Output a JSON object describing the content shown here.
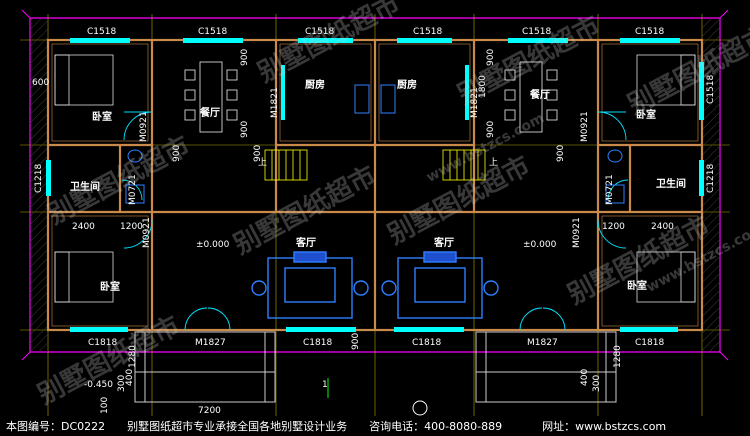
{
  "windows": {
    "top": [
      "C1518",
      "C1518",
      "C1518",
      "C1518",
      "C1518",
      "C1518"
    ],
    "side_left": "C1218",
    "side_right": "C1218",
    "bottom": [
      "C1818",
      "C1818",
      "C1818",
      "C1818"
    ],
    "bedroom_right": "C1518"
  },
  "doors": {
    "m0921": "M0921",
    "m1821": "M1821",
    "m0721": "M0721",
    "m1827": "M1827"
  },
  "rooms": {
    "bedroom": "卧室",
    "dining": "餐厅",
    "kitchen": "厨房",
    "bath": "卫生间",
    "living": "客厅"
  },
  "dims": {
    "d600": "600",
    "d900": "900",
    "d1800": "1800",
    "d1200": "1200",
    "d2400": "2400",
    "d1280": "1280",
    "d400": "400",
    "d300": "300",
    "d100": "100",
    "d7200": "7200",
    "d1": "1"
  },
  "elev": {
    "zero": "±0.000",
    "minus": "-0.450",
    "up": "上"
  },
  "footer": {
    "drawing_no": "本图编号：DC0222",
    "slogan": "别墅图纸超市专业承接全国各地别墅设计业务",
    "phone": "咨询电话：400-8080-889",
    "site": "网址：www.bstzcs.com"
  },
  "watermark": {
    "brand": "别墅图纸超市",
    "url": "www.bstzcs.com"
  },
  "colors": {
    "wall": "#c98a4a",
    "border": "#ff00ff",
    "grid": "#ffff00",
    "window": "#00ffff",
    "furniture": "#2f7fff",
    "hatch": "#444444"
  }
}
